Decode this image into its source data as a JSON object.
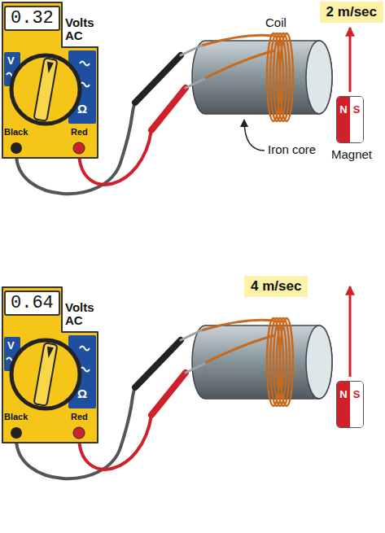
{
  "diagram": {
    "nodes": [
      {
        "text": [
          "2 m/sec"
        ]
      },
      {
        "text": [
          "0.32"
        ]
      },
      {
        "text": [
          "N",
          "S"
        ]
      },
      {
        "text": [
          "4 m/sec"
        ]
      },
      {
        "text": [
          "0.64"
        ]
      },
      {
        "text": [
          "N",
          "S"
        ]
      }
    ],
    "labels": [
      "Volts AC",
      "V",
      "Ω",
      "Black",
      "Red",
      "Coil",
      "Iron core",
      "Magnet",
      "Volts AC",
      "V",
      "Ω",
      "Black",
      "Red"
    ]
  }
}
